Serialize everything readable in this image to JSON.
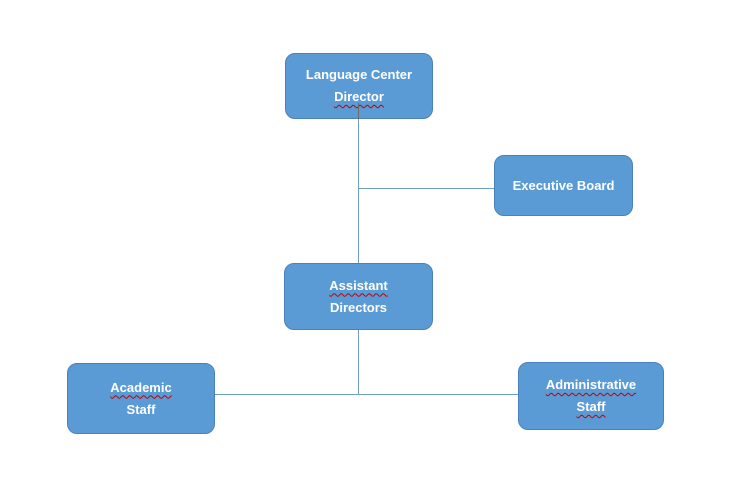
{
  "diagram": {
    "type": "org-chart",
    "background": "#ffffff",
    "colors": {
      "node_fill": "#5b9bd5",
      "node_border": "#4a81bb",
      "connector": "#6f9dc4",
      "node_text": "#ffffff",
      "spellcheck_underline": "#c00000"
    },
    "nodes": [
      {
        "id": "language-center-director",
        "lines": [
          "Language Center",
          "Director"
        ],
        "squiggle_lines": [
          1
        ]
      },
      {
        "id": "executive-board",
        "lines": [
          "Executive Board"
        ],
        "squiggle_lines": []
      },
      {
        "id": "assistant-directors",
        "lines": [
          "Assistant",
          "Directors"
        ],
        "squiggle_lines": [
          0
        ]
      },
      {
        "id": "academic-staff",
        "lines": [
          "Academic",
          "Staff"
        ],
        "squiggle_lines": [
          0
        ]
      },
      {
        "id": "administrative-staff",
        "lines": [
          "Administrative",
          "Staff"
        ],
        "squiggle_lines": [
          0,
          1
        ]
      }
    ],
    "edges": [
      {
        "from": "language-center-director",
        "to": "assistant-directors",
        "style": "vertical"
      },
      {
        "from": "language-center-director",
        "to": "executive-board",
        "style": "branch-right"
      },
      {
        "from": "assistant-directors",
        "to": "academic-staff",
        "style": "down-then-left"
      },
      {
        "from": "assistant-directors",
        "to": "administrative-staff",
        "style": "down-then-right"
      }
    ]
  }
}
